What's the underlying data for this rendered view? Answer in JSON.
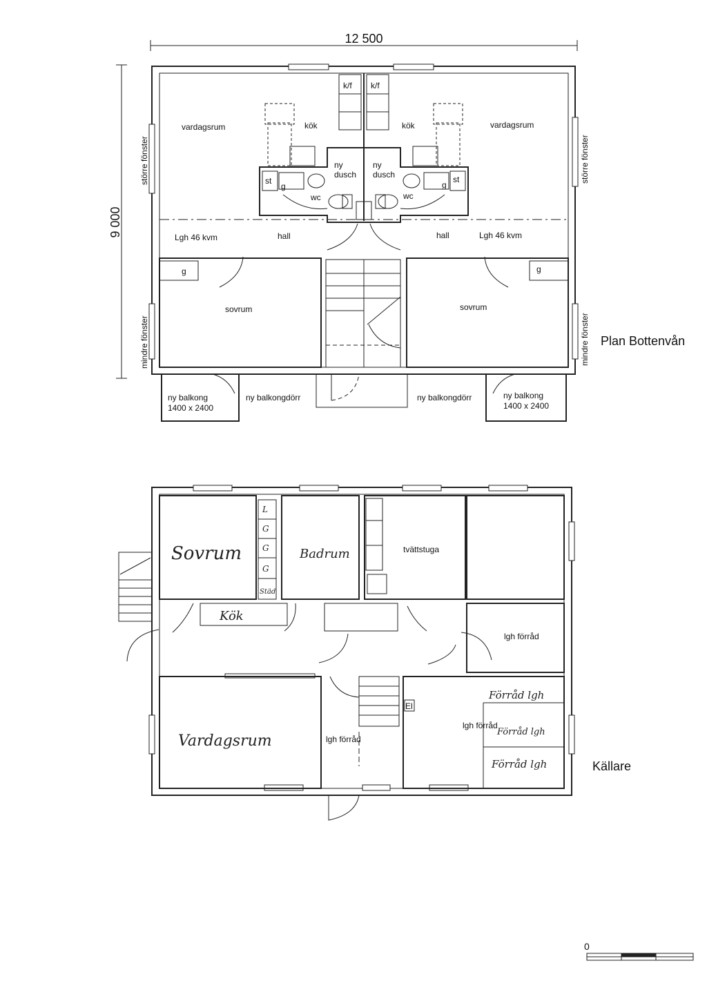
{
  "dimensions": {
    "width": "12 500",
    "height": "9 000"
  },
  "ground_floor": {
    "title": "Plan Bottenvån",
    "apartment_left": {
      "living_room": "vardagsrum",
      "kitchen": "kök",
      "fridge_freezer": "k/f",
      "shower": "ny\ndusch",
      "wc": "wc",
      "st": "st",
      "g_small": "g",
      "g_wardrobe": "g",
      "area": "Lgh 46 kvm",
      "hall": "hall",
      "bedroom": "sovrum",
      "window_large": "större fönster",
      "window_small": "mindre fönster",
      "balcony": "ny balkong",
      "balcony_size": "1400 x 2400",
      "balcony_door": "ny balkongdörr"
    },
    "apartment_right": {
      "living_room": "vardagsrum",
      "kitchen": "kök",
      "fridge_freezer": "k/f",
      "shower": "ny\ndusch",
      "wc": "wc",
      "st": "st",
      "g_small": "g",
      "g_wardrobe": "g",
      "area": "Lgh 46 kvm",
      "hall": "hall",
      "bedroom": "sovrum",
      "window_large": "större fönster",
      "window_small": "mindre fönster",
      "balcony": "ny balkong",
      "balcony_size": "1400 x 2400",
      "balcony_door": "ny balkongdörr"
    }
  },
  "basement": {
    "title": "Källare",
    "bedroom_hw": "Sovrum",
    "bathroom_hw": "Badrum",
    "kitchen_hw": "Kök",
    "living_room_hw": "Vardagsrum",
    "laundry": "tvättstuga",
    "storage_right": "lgh förråd",
    "storage_center": "lgh förråd",
    "storage_lower": "lgh förråd",
    "storage_hw_1": "Förråd lgh",
    "storage_hw_2": "Förråd lgh",
    "storage_hw_3": "Förråd lgh",
    "closet_marks": [
      "L",
      "G",
      "G",
      "G",
      "Städ"
    ],
    "electric": "El"
  },
  "scale": {
    "zero": "0"
  }
}
